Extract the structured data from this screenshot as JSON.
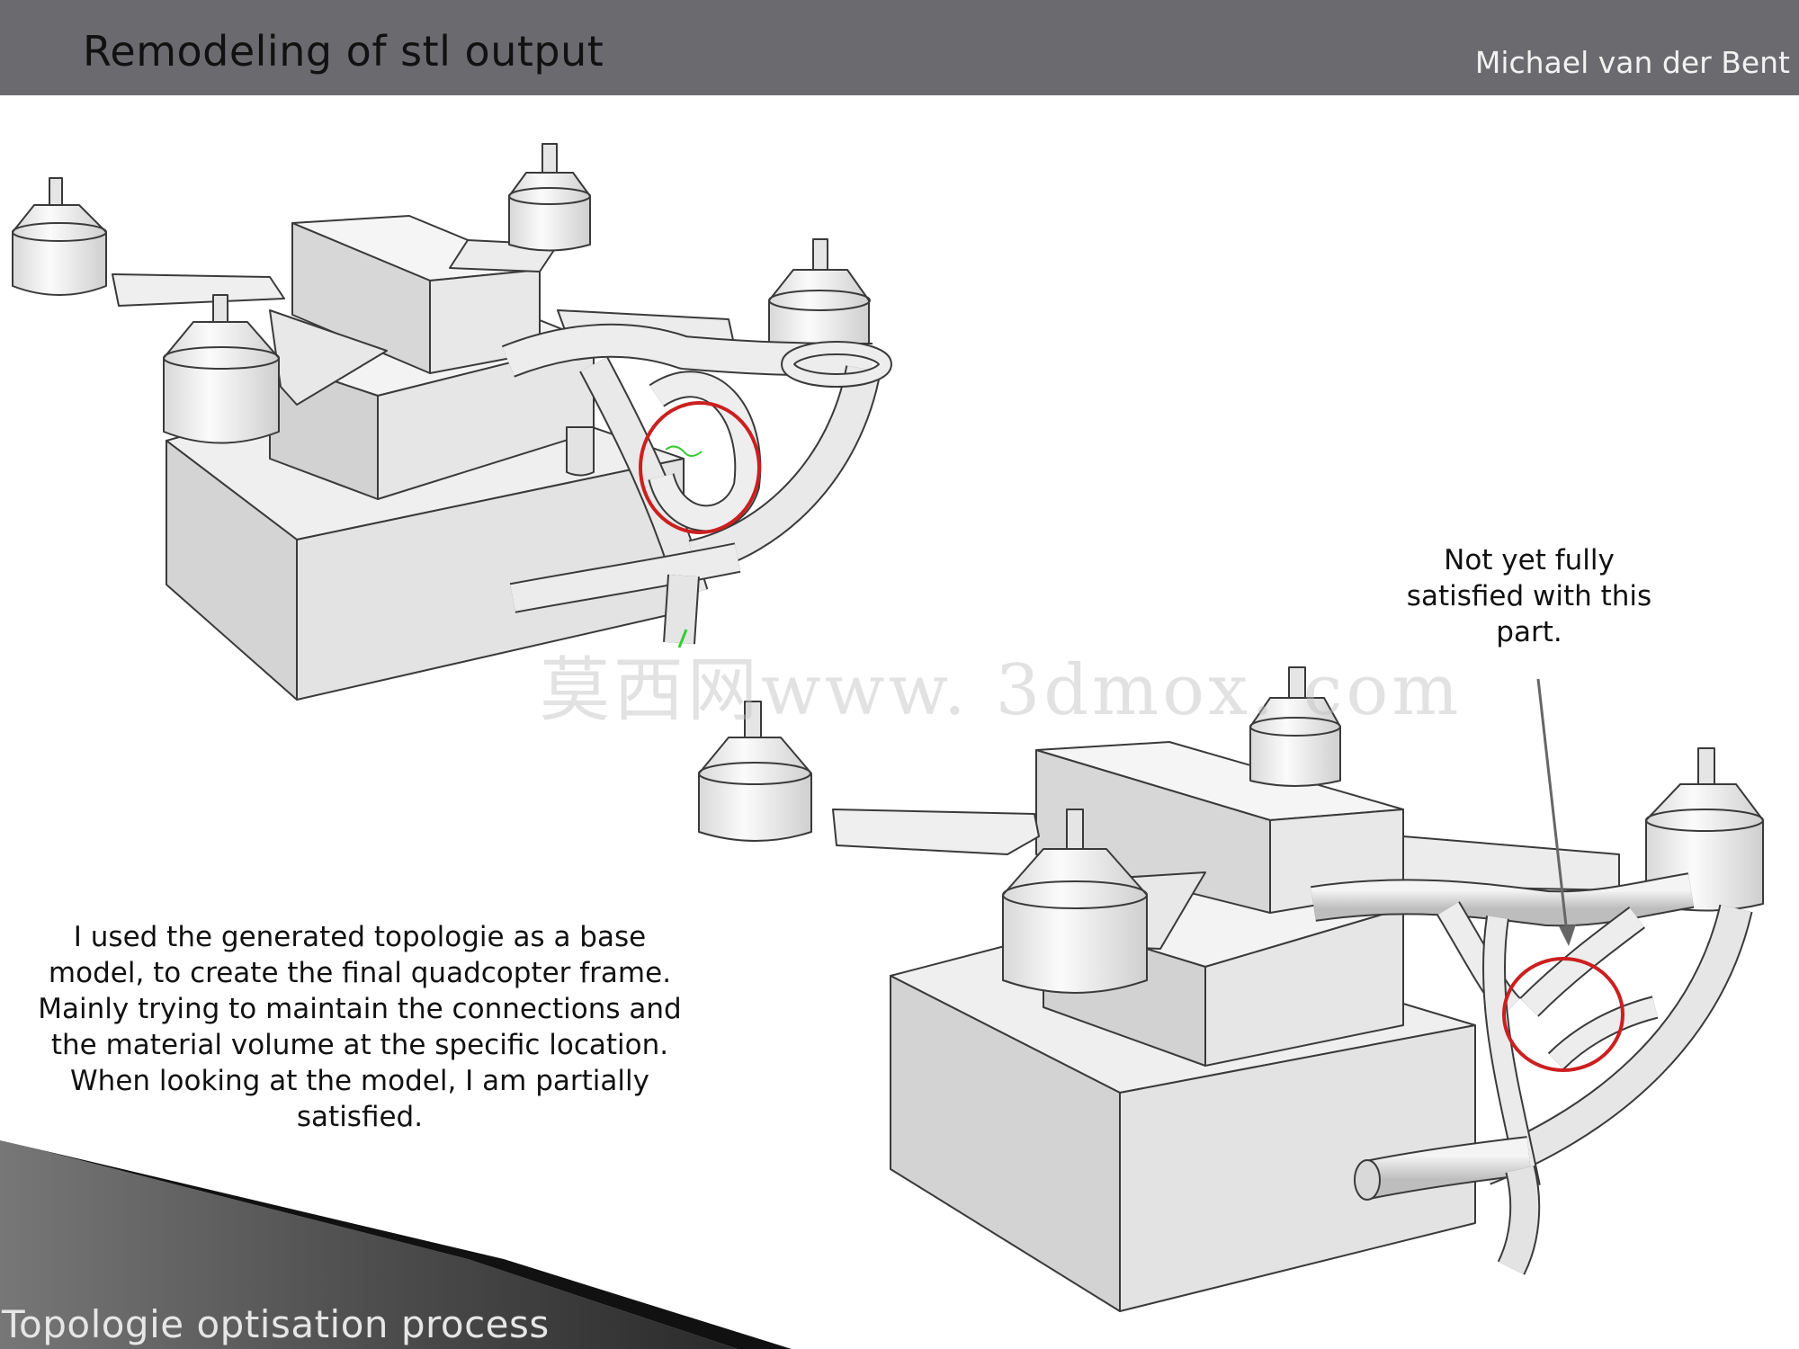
{
  "header": {
    "title": "Remodeling of stl output",
    "author": "Michael van der Bent"
  },
  "description": {
    "lines": [
      "I used the generated topologie as a base",
      "model, to create the final quadcopter frame.",
      "Mainly trying to maintain the connections and",
      "the material volume at the specific location.",
      "When looking at the model, I am partially",
      "satisfied."
    ]
  },
  "annotation": {
    "lines": [
      "Not yet fully",
      "satisfied with this",
      "part."
    ]
  },
  "footer": {
    "title": "Topologie optisation process"
  },
  "watermark": {
    "text": "莫西网www. 3dmox. com"
  },
  "colors": {
    "header_bg": "#6b6b6f",
    "highlight_circle": "#cc1f1f",
    "model_face_light": "#f2f2f2",
    "model_face_mid": "#d9d9d9",
    "model_face_dark": "#c4c4c4"
  }
}
